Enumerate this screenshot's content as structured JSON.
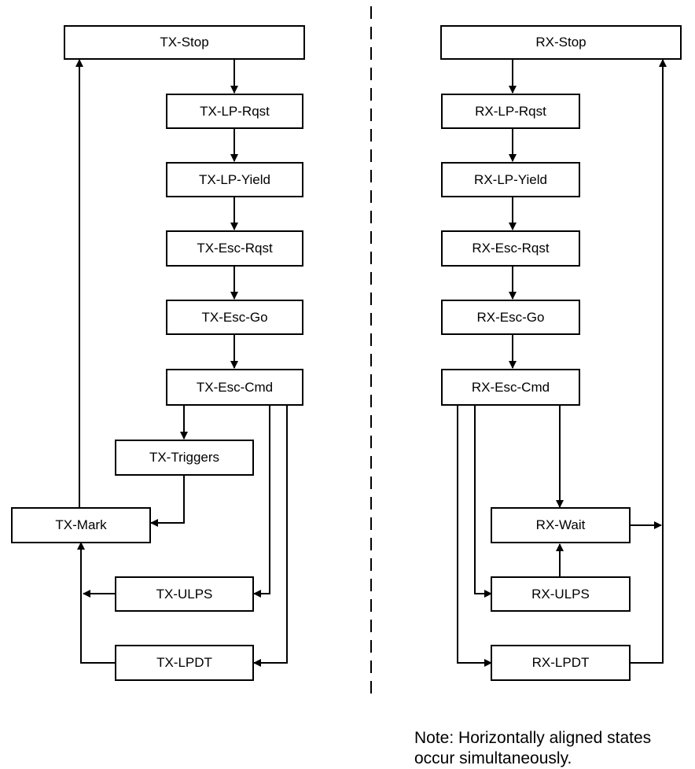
{
  "tx": {
    "stop": "TX-Stop",
    "lp_rqst": "TX-LP-Rqst",
    "lp_yield": "TX-LP-Yield",
    "esc_rqst": "TX-Esc-Rqst",
    "esc_go": "TX-Esc-Go",
    "esc_cmd": "TX-Esc-Cmd",
    "triggers": "TX-Triggers",
    "mark": "TX-Mark",
    "ulps": "TX-ULPS",
    "lpdt": "TX-LPDT"
  },
  "rx": {
    "stop": "RX-Stop",
    "lp_rqst": "RX-LP-Rqst",
    "lp_yield": "RX-LP-Yield",
    "esc_rqst": "RX-Esc-Rqst",
    "esc_go": "RX-Esc-Go",
    "esc_cmd": "RX-Esc-Cmd",
    "wait": "RX-Wait",
    "ulps": "RX-ULPS",
    "lpdt": "RX-LPDT"
  },
  "note": {
    "line1": "Note: Horizontally aligned states",
    "line2": "occur simultaneously."
  }
}
